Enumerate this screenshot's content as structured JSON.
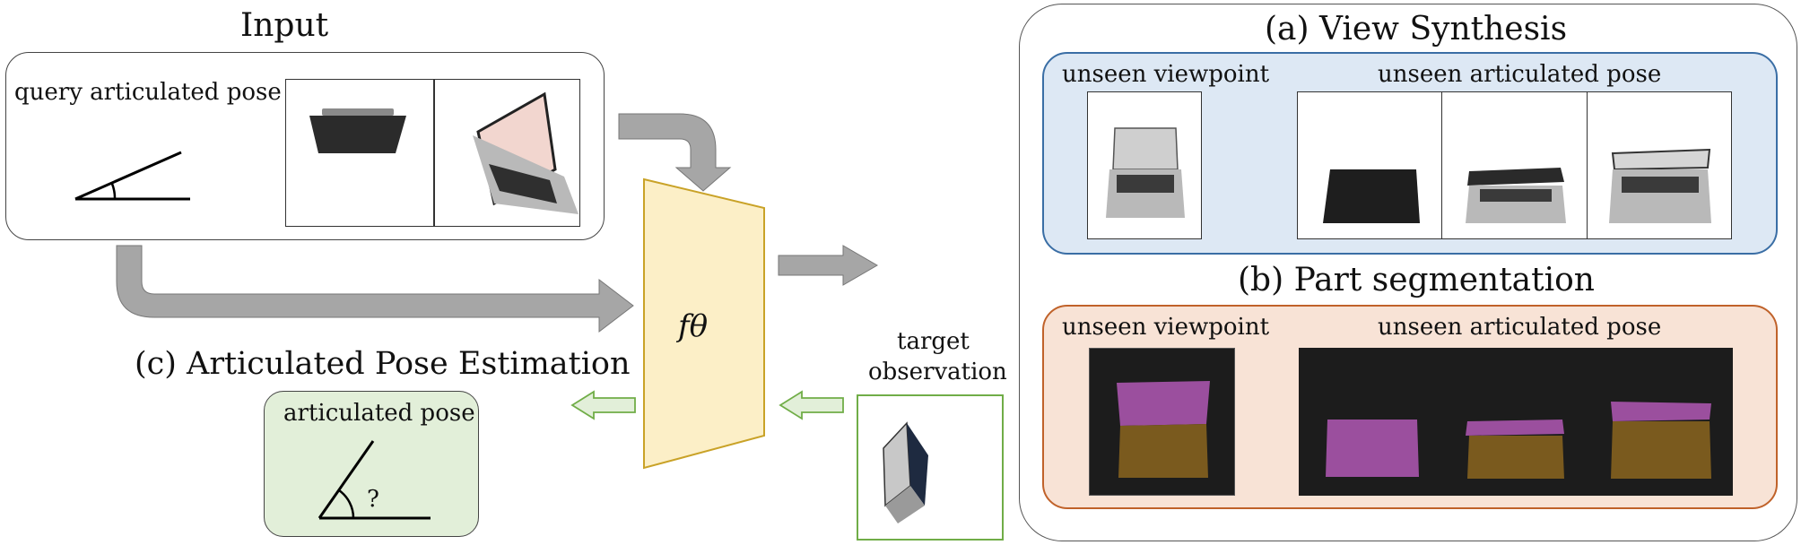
{
  "input": {
    "title": "Input",
    "query_label": "query articulated pose"
  },
  "model": {
    "symbol": "fθ"
  },
  "target": {
    "label_line1": "target",
    "label_line2": "observation"
  },
  "pose_estimation": {
    "title": "(c) Articulated Pose Estimation",
    "box_label": "articulated pose",
    "unknown_symbol": "?"
  },
  "view_synthesis": {
    "title": "(a) View Synthesis",
    "unseen_viewpoint": "unseen viewpoint",
    "unseen_pose": "unseen articulated pose"
  },
  "part_segmentation": {
    "title": "(b) Part segmentation",
    "unseen_viewpoint": "unseen viewpoint",
    "unseen_pose": "unseen articulated pose"
  },
  "colors": {
    "gray_arrow": "#a6a6a6",
    "green_arrow_fill": "#e2efd9",
    "green_arrow_stroke": "#70ad47",
    "model_fill": "#fcefc7",
    "model_stroke": "#c9a227",
    "blue_panel": "#dde8f4",
    "blue_panel_border": "#3a6ea5",
    "orange_panel": "#f8e3d6",
    "orange_panel_border": "#c0622a",
    "green_box": "#e2efd9",
    "seg_lid": "#9b4f9e",
    "seg_base": "#7a5a1e"
  }
}
